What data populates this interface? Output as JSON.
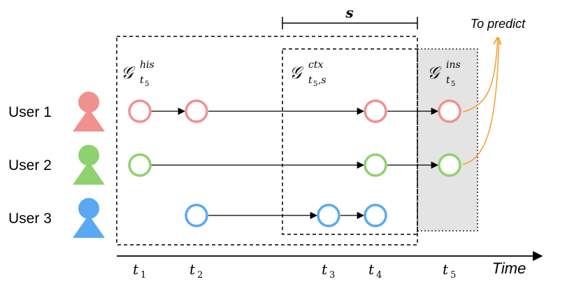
{
  "users": [
    {
      "label": "User 1",
      "color": "#f0918e"
    },
    {
      "label": "User 2",
      "color": "#8fd16e"
    },
    {
      "label": "User 3",
      "color": "#5aa9f2"
    }
  ],
  "time_axis": {
    "label": "Time",
    "ticks": [
      {
        "base": "t",
        "sub": "1"
      },
      {
        "base": "t",
        "sub": "2"
      },
      {
        "base": "t",
        "sub": "3"
      },
      {
        "base": "t",
        "sub": "4"
      },
      {
        "base": "t",
        "sub": "5"
      }
    ]
  },
  "graphs": {
    "history": {
      "symbol": "𝒢",
      "sup": "his",
      "sub": "t",
      "subsub": "5"
    },
    "context": {
      "symbol": "𝒢",
      "sup": "ctx",
      "sub": "t",
      "subsub": "5",
      "sub_tail": ",s"
    },
    "instant": {
      "symbol": "𝒢",
      "sup": "ins",
      "sub": "t",
      "subsub": "5"
    }
  },
  "window_label": "s",
  "prediction_label": "To predict",
  "colors": {
    "prediction_arrow": "#f5a23c",
    "instant_fill": "#e4e4e4",
    "axis": "#000000"
  }
}
